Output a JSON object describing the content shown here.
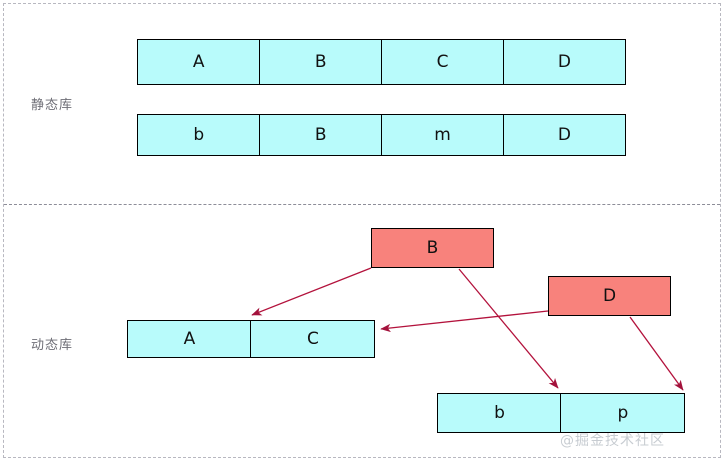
{
  "figure": {
    "border_style": "dashed",
    "border_color": "#b8b8c0",
    "divider_color": "#8d8d98",
    "background": "#ffffff"
  },
  "colors": {
    "cyan_fill": "#b8fbfb",
    "red_fill": "#f8827c",
    "box_border": "#000000",
    "arrow": "#b3123c",
    "label_text": "#6e6e76"
  },
  "sections": {
    "static": {
      "label": "静态库",
      "rows": [
        {
          "cells": [
            "A",
            "B",
            "C",
            "D"
          ]
        },
        {
          "cells": [
            "b",
            "B",
            "m",
            "D"
          ]
        }
      ]
    },
    "dynamic": {
      "label": "动态库",
      "red_boxes": [
        {
          "label": "B"
        },
        {
          "label": "D"
        }
      ],
      "cyan_rows": [
        {
          "cells": [
            "A",
            "C"
          ]
        },
        {
          "cells": [
            "b",
            "p"
          ]
        }
      ],
      "arrows": [
        {
          "from": "B",
          "to": "A-C",
          "name": "arrow-b-to-ac"
        },
        {
          "from": "B",
          "to": "b-p",
          "name": "arrow-b-to-bp"
        },
        {
          "from": "D",
          "to": "A-C",
          "name": "arrow-d-to-ac"
        },
        {
          "from": "D",
          "to": "b-p",
          "name": "arrow-d-to-bp"
        }
      ]
    }
  },
  "watermark": {
    "text": "@掘金技术社区"
  }
}
